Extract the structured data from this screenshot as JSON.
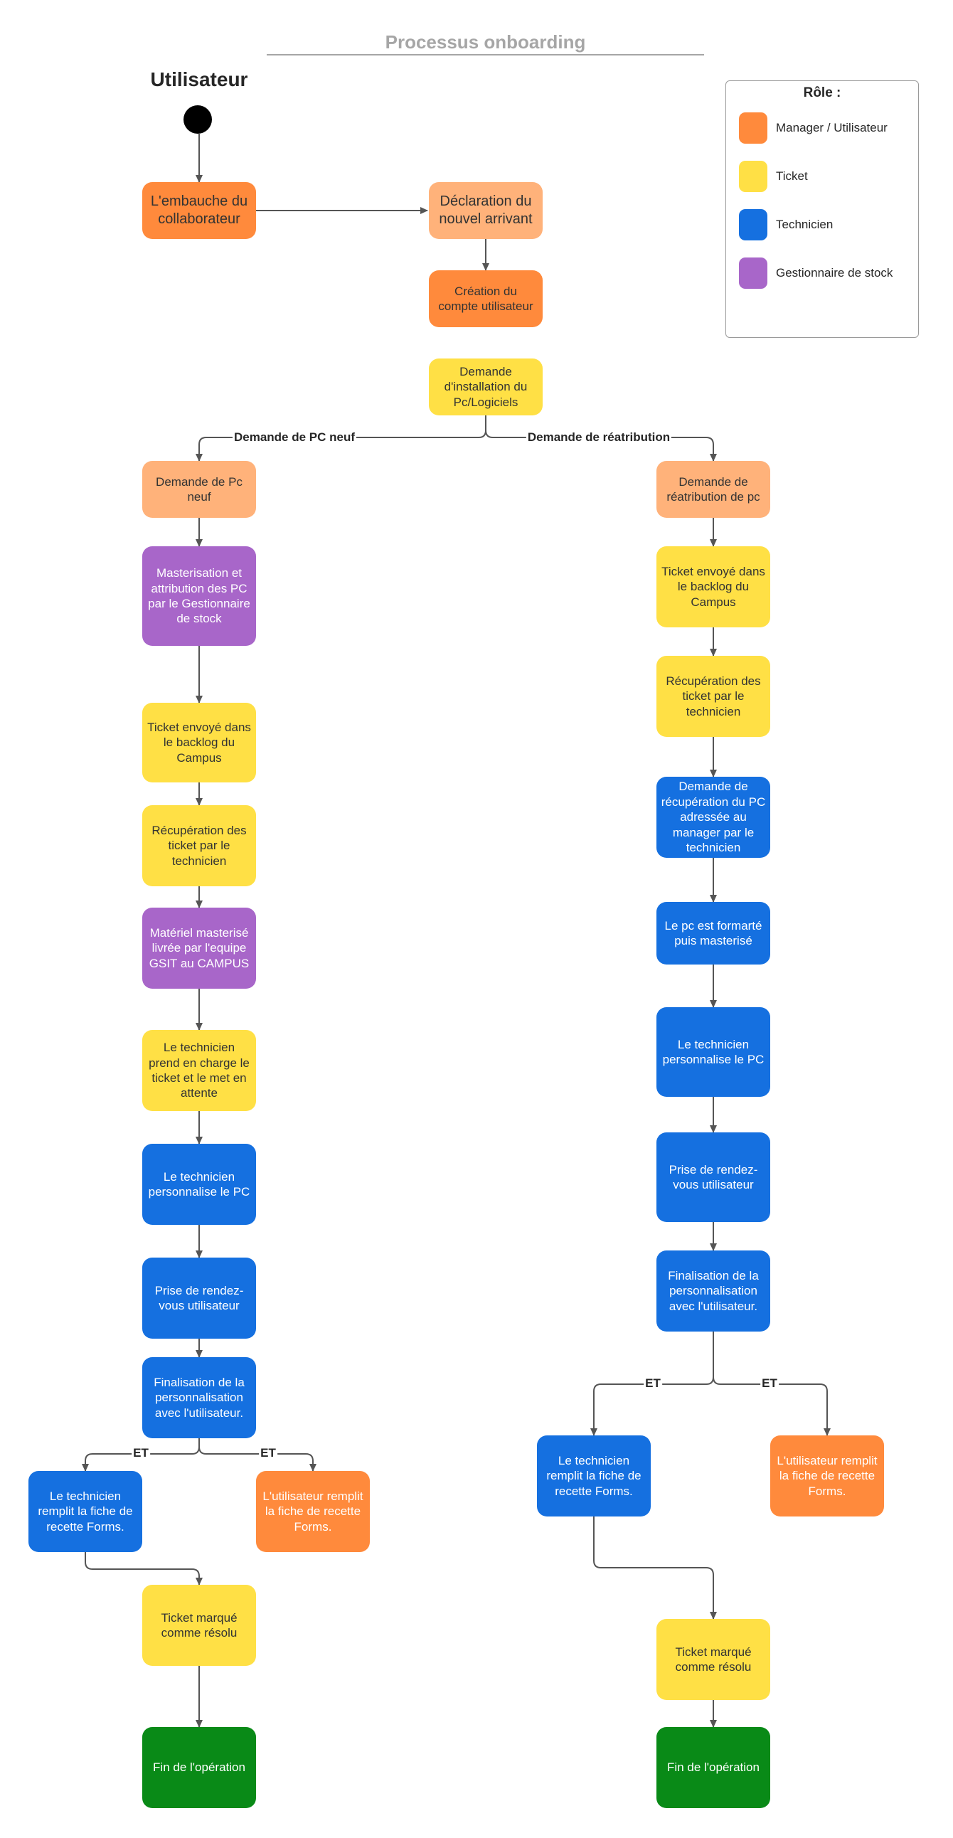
{
  "title": "Processus onboarding",
  "lane_label": "Utilisateur",
  "colors": {
    "manager_utilisateur": "#ff8a3c",
    "manager_utilisateur_light": "#ffb27a",
    "ticket": "#ffe045",
    "technicien": "#1570e0",
    "gestionnaire_de_stock": "#a866c9",
    "fin": "#098a17"
  },
  "legend": {
    "title": "Rôle :",
    "items": [
      {
        "label": "Manager / Utilisateur",
        "color": "#ff8a3c"
      },
      {
        "label": "Ticket",
        "color": "#ffe045"
      },
      {
        "label": "Technicien",
        "color": "#1570e0"
      },
      {
        "label": "Gestionnaire de stock",
        "color": "#a866c9"
      }
    ]
  },
  "nodes": {
    "embauche": "L'embauche du collaborateur",
    "declaration": "Déclaration du nouvel arrivant",
    "creation_compte": "Création du compte utilisateur",
    "demande_installation": "Demande d'installation du Pc/Logiciels",
    "left": {
      "demande_pc_neuf": "Demande de Pc neuf",
      "masterisation": "Masterisation et attribution des PC par le Gestionnaire de stock",
      "ticket_envoye": "Ticket envoyé dans le backlog du Campus",
      "recuperation_ticket": "Récupération des ticket par le technicien",
      "materiel_livre": "Matériel masterisé livrée par l'equipe GSIT au CAMPUS",
      "prise_en_charge": "Le technicien prend en charge le ticket et le met en attente",
      "personnalise": "Le technicien personnalise le PC",
      "rdv": "Prise de rendez-vous utilisateur",
      "finalisation": "Finalisation de la personnalisation avec l'utilisateur.",
      "tech_recette": "Le technicien remplit la fiche de recette Forms.",
      "user_recette": "L'utilisateur remplit la fiche de recette Forms.",
      "ticket_resolu": "Ticket marqué comme résolu",
      "fin": "Fin de l'opération"
    },
    "right": {
      "demande_reattribution": "Demande de réatribution de pc",
      "ticket_envoye": "Ticket envoyé dans le backlog du Campus",
      "recuperation_ticket": "Récupération des ticket par le technicien",
      "demande_recuperation": "Demande de récupération du PC adressée au manager par le technicien",
      "formate": "Le pc est formarté puis masterisé",
      "personnalise": "Le technicien personnalise le PC",
      "rdv": "Prise de rendez-vous utilisateur",
      "finalisation": "Finalisation de la personnalisation avec l'utilisateur.",
      "tech_recette": "Le technicien remplit la fiche de recette Forms.",
      "user_recette": "L'utilisateur remplit la fiche de recette Forms.",
      "ticket_resolu": "Ticket marqué comme résolu",
      "fin": "Fin de l'opération"
    }
  },
  "edge_labels": {
    "pc_neuf": "Demande de PC neuf",
    "reattribution": "Demande de réatribution",
    "et": "ET"
  }
}
